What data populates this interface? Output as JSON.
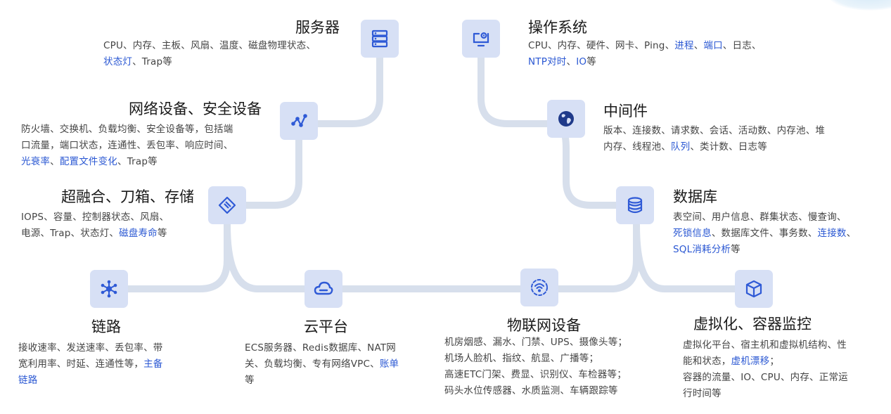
{
  "nodes": {
    "server": {
      "title": "服务器",
      "lines": [
        [
          {
            "t": "CPU、内存、主板、风扇、温度、磁盘物理状态、"
          }
        ],
        [
          {
            "t": "状态灯",
            "hl": true
          },
          {
            "t": "、Trap等"
          }
        ]
      ]
    },
    "os": {
      "title": "操作系统",
      "lines": [
        [
          {
            "t": "CPU、内存、硬件、网卡、Ping、"
          },
          {
            "t": "进程",
            "hl": true
          },
          {
            "t": "、"
          },
          {
            "t": "端口",
            "hl": true
          },
          {
            "t": "、日志、"
          }
        ],
        [
          {
            "t": "NTP对时",
            "hl": true
          },
          {
            "t": "、"
          },
          {
            "t": "IO",
            "hl": true
          },
          {
            "t": "等"
          }
        ]
      ]
    },
    "network": {
      "title": "网络设备、安全设备",
      "lines": [
        [
          {
            "t": "防火墙、交换机、负载均衡、安全设备等，包括端"
          }
        ],
        [
          {
            "t": "口流量，端口状态，连通性、丢包率、响应时间、"
          }
        ],
        [
          {
            "t": "光衰率",
            "hl": true
          },
          {
            "t": "、"
          },
          {
            "t": "配置文件变化",
            "hl": true
          },
          {
            "t": "、Trap等"
          }
        ]
      ]
    },
    "middleware": {
      "title": "中间件",
      "lines": [
        [
          {
            "t": "版本、连接数、请求数、会话、活动数、内存池、堆"
          }
        ],
        [
          {
            "t": "内存、线程池、"
          },
          {
            "t": "队列",
            "hl": true
          },
          {
            "t": "、类计数、日志等"
          }
        ]
      ]
    },
    "storage": {
      "title": "超融合、刀箱、存储",
      "lines": [
        [
          {
            "t": "IOPS、容量、控制器状态、风扇、"
          }
        ],
        [
          {
            "t": "电源、Trap、状态灯、"
          },
          {
            "t": "磁盘寿命",
            "hl": true
          },
          {
            "t": "等"
          }
        ]
      ]
    },
    "database": {
      "title": "数据库",
      "lines": [
        [
          {
            "t": "表空间、用户信息、群集状态、慢查询、"
          }
        ],
        [
          {
            "t": "死锁信息",
            "hl": true
          },
          {
            "t": "、数据库文件、事务数、"
          },
          {
            "t": "连接数",
            "hl": true
          },
          {
            "t": "、"
          }
        ],
        [
          {
            "t": "SQL消耗分析",
            "hl": true
          },
          {
            "t": "等"
          }
        ]
      ]
    },
    "link": {
      "title": "链路",
      "lines": [
        [
          {
            "t": "接收速率、发送速率、丢包率、带"
          }
        ],
        [
          {
            "t": "宽利用率、时延、连通性等，"
          },
          {
            "t": "主备",
            "hl": true
          }
        ],
        [
          {
            "t": "链路",
            "hl": true
          }
        ]
      ]
    },
    "cloud": {
      "title": "云平台",
      "lines": [
        [
          {
            "t": "ECS服务器、Redis数据库、NAT网"
          }
        ],
        [
          {
            "t": "关、负载均衡、专有网络VPC、"
          },
          {
            "t": "账单",
            "hl": true
          }
        ],
        [
          {
            "t": "等"
          }
        ]
      ]
    },
    "iot": {
      "title": "物联网设备",
      "lines": [
        [
          {
            "t": "机房烟感、漏水、门禁、UPS、摄像头等；"
          }
        ],
        [
          {
            "t": "机场人脸机、指纹、航显、广播等；"
          }
        ],
        [
          {
            "t": "高速ETC门架、费显、识别仪、车检器等；"
          }
        ],
        [
          {
            "t": "码头水位传感器、水质监测、车辆跟踪等"
          }
        ]
      ]
    },
    "virtual": {
      "title": "虚拟化、容器监控",
      "lines": [
        [
          {
            "t": "虚拟化平台、宿主机和虚拟机结构、性"
          }
        ],
        [
          {
            "t": "能和状态，"
          },
          {
            "t": "虚机漂移",
            "hl": true
          },
          {
            "t": "；"
          }
        ],
        [
          {
            "t": "容器的流量、IO、CPU、内存、正常运"
          }
        ],
        [
          {
            "t": "行时间等"
          }
        ]
      ]
    }
  },
  "icons": {
    "server": "server-rack-icon",
    "os": "monitor-gear-icon",
    "network": "network-nodes-icon",
    "middleware": "globe-icon",
    "storage": "storage-card-icon",
    "database": "database-icon",
    "link": "link-network-icon",
    "cloud": "cloud-icon",
    "iot": "iot-signal-icon",
    "virtual": "cube-icon"
  },
  "colors": {
    "highlight": "#2b58d3",
    "icon_bg": "#d7e0f5",
    "icon_fg": "#2f5ad6",
    "line": "#d7dfec"
  }
}
